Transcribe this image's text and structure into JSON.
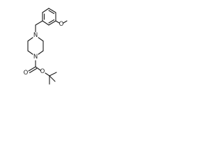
{
  "molecule": {
    "atoms": {
      "methoxy_oxygen": "O",
      "piperazine_n_top": "N",
      "piperazine_n_bottom": "N",
      "carbonyl_oxygen": "O",
      "ester_oxygen": "O"
    }
  }
}
